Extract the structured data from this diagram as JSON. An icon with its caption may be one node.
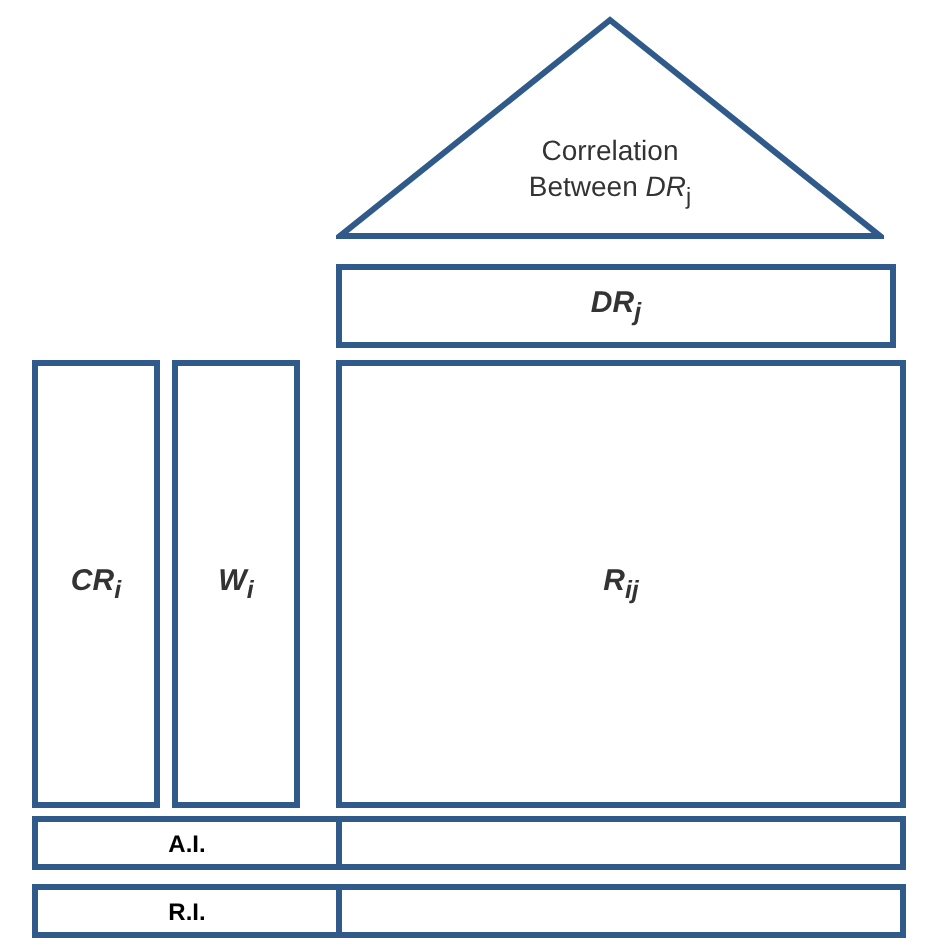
{
  "diagram": {
    "nodes": [
      {
        "text": [
          "Correlation Between *DR*$_{j}$"
        ]
      },
      {
        "text": [
          "DR$_{j}$"
        ]
      },
      {
        "text": [
          "CR$_{i}$"
        ]
      },
      {
        "text": [
          "W$_{i}$"
        ]
      },
      {
        "text": [
          "R$_{ij}$"
        ]
      },
      {
        "text": [
          "A.I."
        ]
      },
      {
        "text": [],
        "shape": "box"
      },
      {
        "text": [
          "R.I."
        ]
      },
      {
        "text": [],
        "shape": "box"
      }
    ]
  }
}
